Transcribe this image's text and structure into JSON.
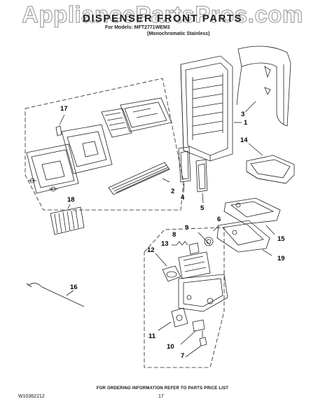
{
  "header": {
    "watermark": "AppliancePartsPros.com",
    "title": "DISPENSER FRONT PARTS",
    "models": "For Models: MFT2771WEM3",
    "variant": "(Monochromatic Stainless)"
  },
  "callouts": {
    "c1": "1",
    "c2": "2",
    "c3": "3",
    "c4": "4",
    "c5": "5",
    "c6": "6",
    "c7": "7",
    "c8": "8",
    "c9": "9",
    "c10": "10",
    "c11": "11",
    "c12": "12",
    "c13": "13",
    "c14": "14",
    "c15": "15",
    "c16": "16",
    "c17": "17",
    "c18": "18",
    "c19": "19"
  },
  "footer": {
    "ordering": "FOR ORDERING INFORMATION REFER TO PARTS PRICE LIST",
    "doc_number": "W10362212",
    "page_number": "17"
  }
}
